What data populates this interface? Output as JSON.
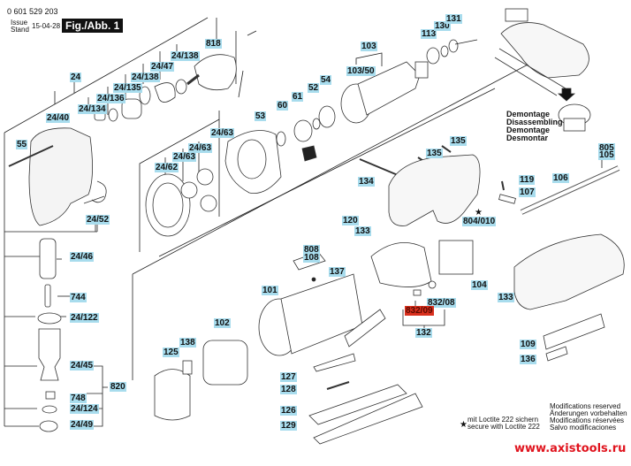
{
  "header": {
    "part_number": "0 601 529 203",
    "issue_label": "Issue",
    "stand_label": "Stand",
    "issue_date": "15-04-28",
    "figure_label": "Fig./Abb. 1"
  },
  "disassembly_caption": [
    "Demontage",
    "Disassembling",
    "Demontage",
    "Desmontar"
  ],
  "loctite_note": {
    "symbol": "★",
    "lines": [
      "mit Loctite 222 sichern",
      "secure with Loctite 222"
    ]
  },
  "modifications_note": [
    "Modifications reserved",
    "Änderungen vorbehalten",
    "Modifications réservées",
    "Salvo modificaciones"
  ],
  "watermark": "www.axistools.ru",
  "highlight_color": "#d9301e",
  "label_color": "#a8dced",
  "part_labels": {
    "p818": "818",
    "p24_138a": "24/138",
    "p24_47": "24/47",
    "p24_138b": "24/138",
    "p24": "24",
    "p24_135": "24/135",
    "p24_136": "24/136",
    "p24_134": "24/134",
    "p24_40": "24/40",
    "p55": "55",
    "p24_52": "24/52",
    "p24_46": "24/46",
    "p744": "744",
    "p24_122": "24/122",
    "p24_45": "24/45",
    "p820": "820",
    "p748": "748",
    "p24_124": "24/124",
    "p24_49": "24/49",
    "p24_63a": "24/63",
    "p24_63b": "24/63",
    "p24_63c": "24/63",
    "p24_62": "24/62",
    "p53": "53",
    "p60": "60",
    "p61": "61",
    "p52": "52",
    "p54": "54",
    "p103": "103",
    "p103_50": "103/50",
    "p113": "113",
    "p130": "130",
    "p131": "131",
    "p135a": "135",
    "p135b": "135",
    "p134": "134",
    "p120": "120",
    "p133a": "133",
    "p804_010": "804/010",
    "p119": "119",
    "p107": "107",
    "p106": "106",
    "p805": "805",
    "p105": "105",
    "p808": "808",
    "p108": "108",
    "p137": "137",
    "p101": "101",
    "p104": "104",
    "p832_08": "832/08",
    "p832_09": "832/09",
    "p132": "132",
    "p133b": "133",
    "p102": "102",
    "p138": "138",
    "p125": "125",
    "p127": "127",
    "p128": "128",
    "p126": "126",
    "p129": "129",
    "p109": "109",
    "p136": "136"
  }
}
